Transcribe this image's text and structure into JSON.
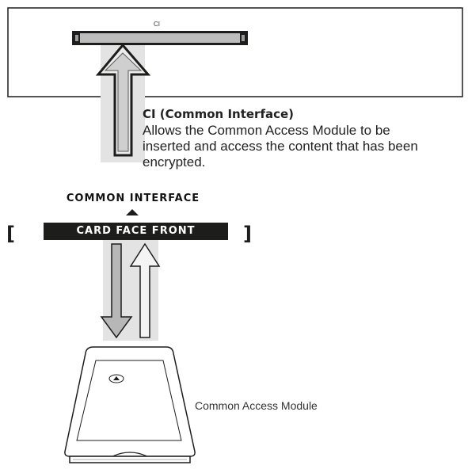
{
  "tv_panel": {
    "slot_label": "CI"
  },
  "description": {
    "title": "CI (Common Interface)",
    "body_lines": [
      "Allows the Common Access Module to be",
      "inserted and access the content that has been",
      "encrypted."
    ]
  },
  "card": {
    "slot_label": "COMMON INTERFACE",
    "face_label": "CARD FACE FRONT"
  },
  "module": {
    "label": "Common Access Module"
  },
  "colors": {
    "line": "#1d1d1b",
    "arrow_fill": "#c8c8c8",
    "highlight_band": "#e3e3e3",
    "card_face_bg": "#1d1d1b"
  }
}
